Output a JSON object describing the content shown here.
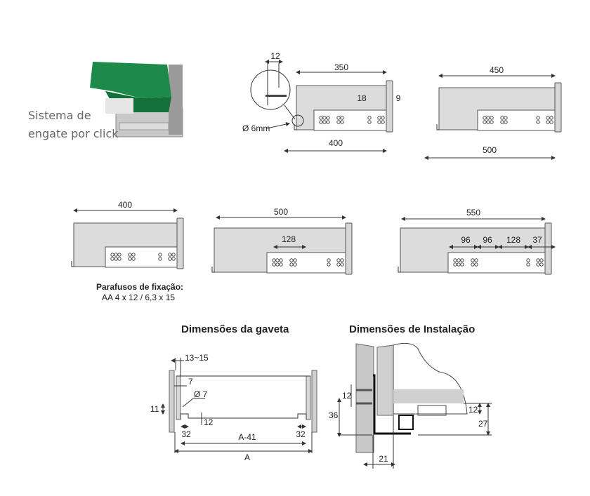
{
  "photo": {
    "caption_line1": "Sistema de",
    "caption_line2": "engate por click"
  },
  "slide_350": {
    "top": "350",
    "bottom": "400",
    "detail": "12",
    "offset_a": "18",
    "offset_b": "9",
    "hole": "Ø 6mm"
  },
  "slide_450": {
    "top": "450",
    "bottom": "500"
  },
  "slide_400": {
    "top": "400"
  },
  "slide_500": {
    "top": "500",
    "spacing": "128"
  },
  "slide_550": {
    "top": "550",
    "spacings": [
      "96",
      "96",
      "128",
      "37"
    ]
  },
  "screws": {
    "title": "Parafusos de fixação:",
    "spec": "AA 4 x 12 / 6,3 x 15"
  },
  "drawer_dims": {
    "title": "Dimensões da gaveta",
    "gap": "13~15",
    "edge": "7",
    "hole": "Ø 7",
    "height_a": "11",
    "height_b": "12",
    "left": "32",
    "right": "32",
    "inner": "A-41",
    "total": "A"
  },
  "install_dims": {
    "title": "Dimensões de Instalação",
    "screw_gap": "12",
    "height": "36",
    "rail_h": "12",
    "total_h": "27",
    "depth": "21"
  }
}
